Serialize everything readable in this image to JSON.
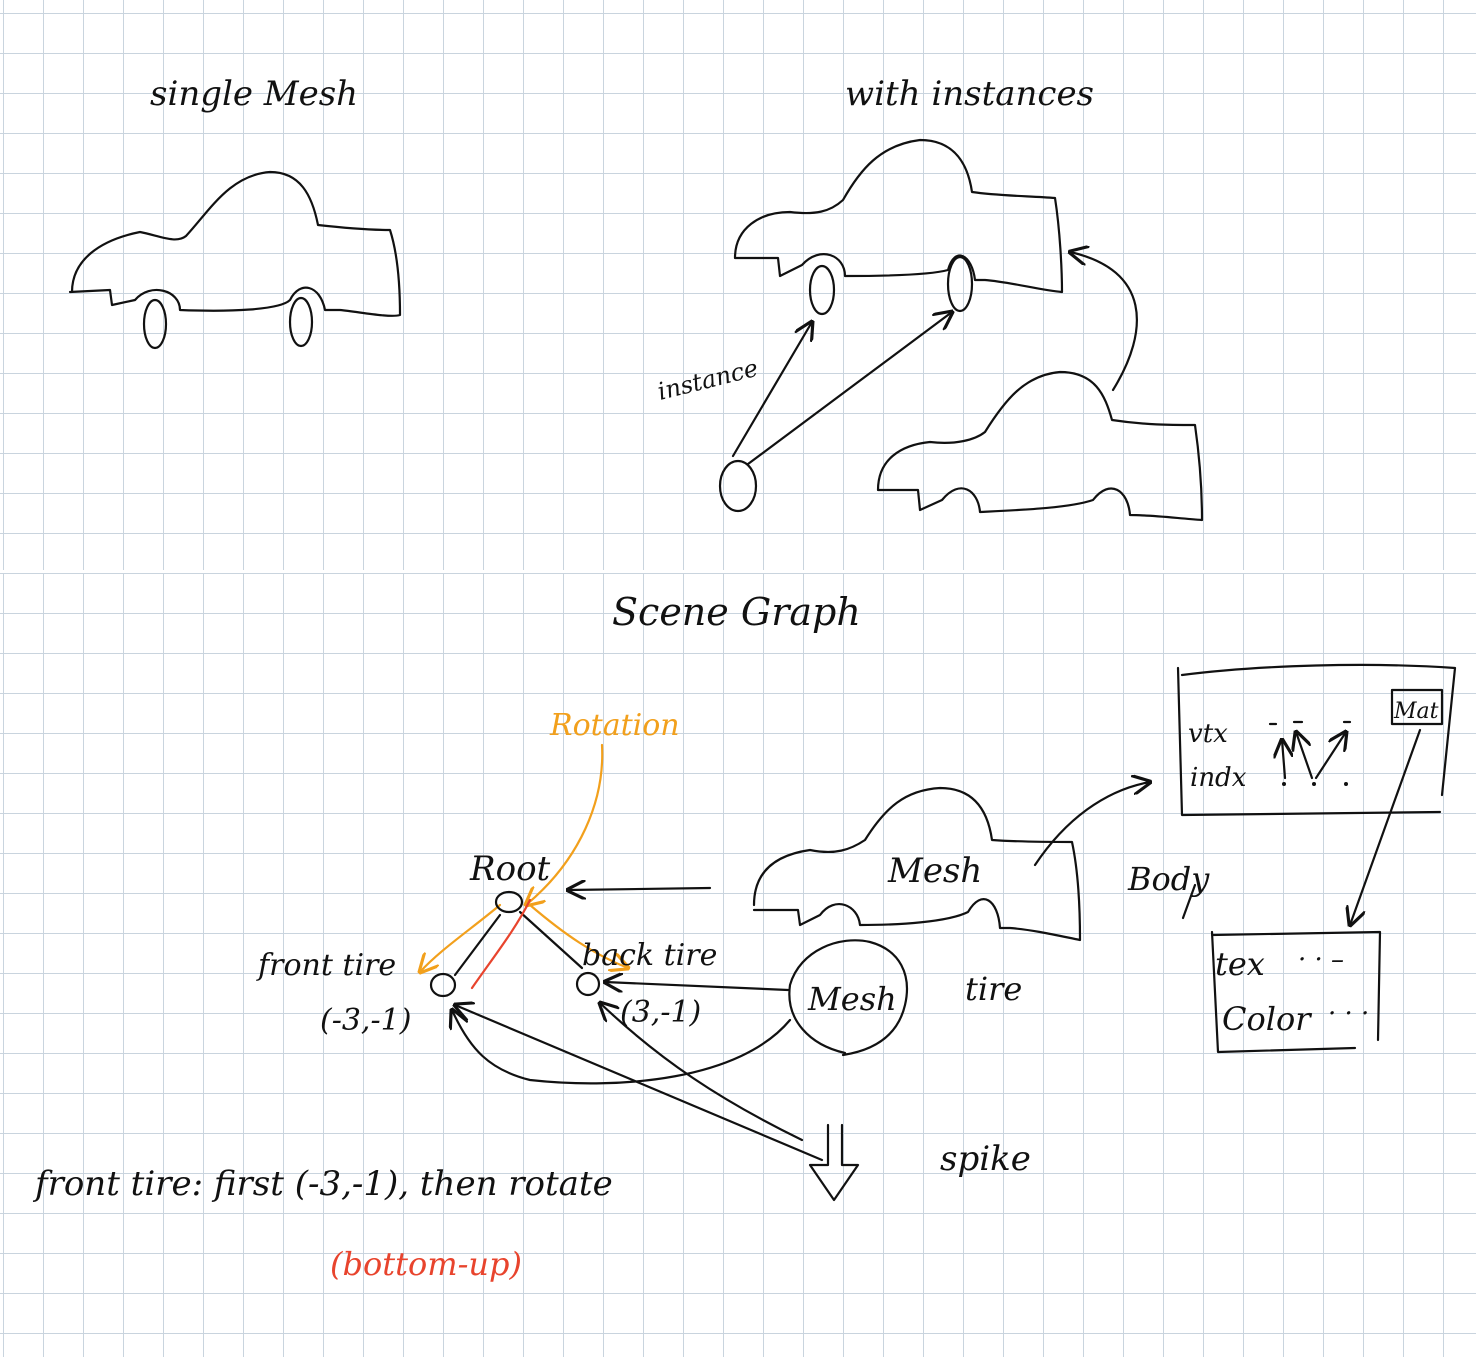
{
  "colors": {
    "ink": "#111111",
    "rotation": "#f2a01c",
    "bottom_up": "#e8442d",
    "grid": "#c9d4de"
  },
  "labels": {
    "single_mesh": "single Mesh",
    "with_instances": "with instances",
    "instance": "instance",
    "scene_graph": "Scene Graph",
    "rotation": "Rotation",
    "root": "Root",
    "front_tire": "front tire",
    "front_tire_coords": "(-3,-1)",
    "back_tire": "back tire",
    "back_tire_coords": "(3,-1)",
    "mesh_body": "Mesh",
    "body": "Body",
    "mesh_tire": "Mesh",
    "tire": "tire",
    "spike": "spike",
    "vtx": "vtx",
    "indx": "indx",
    "mat": "Mat",
    "tex": "tex",
    "tex_dots": "· · –",
    "color": "Color",
    "color_dots": "· · ·",
    "note": "front tire: first (-3,-1), then rotate",
    "bottom_up": "(bottom-up)"
  }
}
